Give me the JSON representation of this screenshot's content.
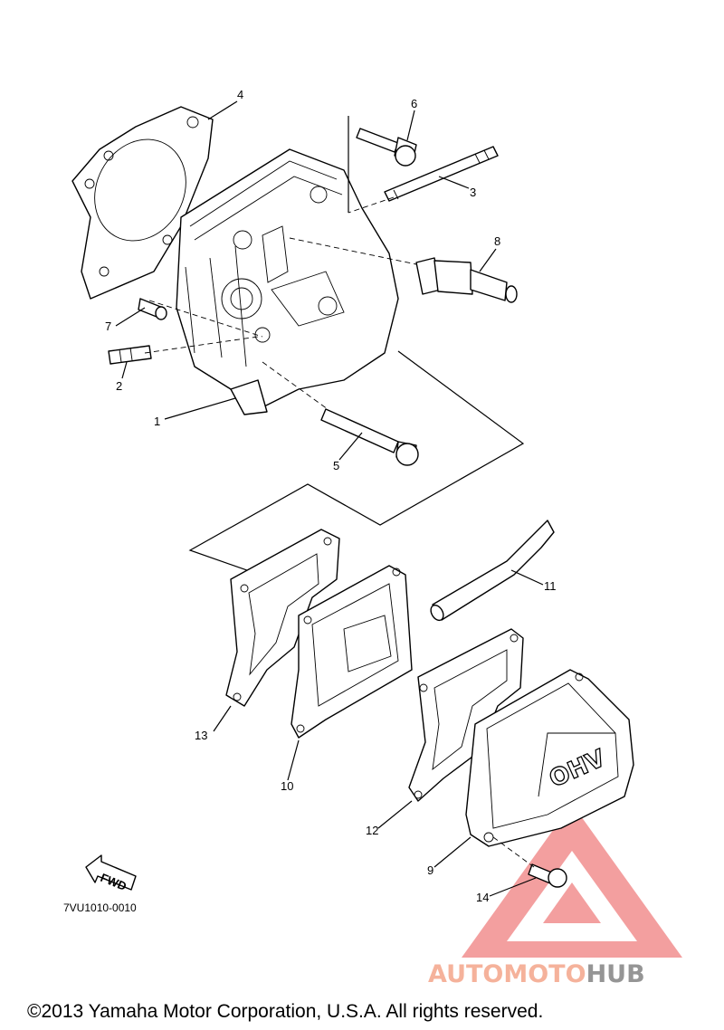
{
  "diagram": {
    "part_callouts": [
      "1",
      "2",
      "3",
      "4",
      "5",
      "6",
      "7",
      "8",
      "9",
      "10",
      "11",
      "12",
      "13",
      "14"
    ],
    "fwd_label": "FWD",
    "cover_mark": "OHV",
    "code": "7VU1010-0010",
    "copyright": "©2013 Yamaha Motor Corporation, U.S.A. All rights reserved."
  },
  "watermark": {
    "part1": "AUTOMOTO",
    "part2": "HUB",
    "color_main": "#f4a58a",
    "color_hub": "#8a8a8a",
    "triangle_color": "#ee5a5a"
  }
}
